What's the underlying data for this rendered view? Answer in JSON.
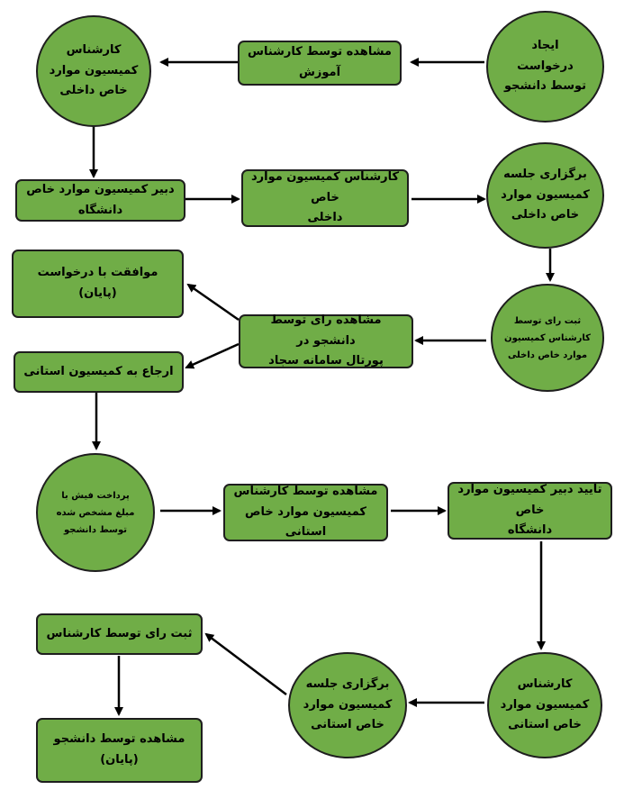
{
  "nodes": {
    "n_request": "ایجاد\nدرخواست\nتوسط دانشجو",
    "n_education_view": "مشاهده توسط کارشناس آموزش",
    "n_expert_internal": "کارشناس\nکمیسیون موارد\nخاص داخلی",
    "n_secretary_univ_1": "دبیر کمیسیون موارد خاص دانشگاه",
    "n_expert_internal_2": "کارشناس کمیسیون موارد خاص\nداخلی",
    "n_meeting_internal": "برگزاری جلسه\nکمیسیون موارد\nخاص داخلی",
    "n_record_vote": "ثبت رای توسط\nکارشناس کمیسیون\nموارد خاص داخلی",
    "n_student_view_portal": "مشاهده رای توسط دانشجو در\nپورتال سامانه سجاد",
    "n_approved": "موافقت با درخواست\n(پایان)",
    "n_refer_provincial": "ارجاع به کمیسیون استانی",
    "n_payment": "پرداخت فیش با\nمبلغ مشخص شده\nتوسط دانشجو",
    "n_view_provincial_expert": "مشاهده توسط کارشناس\nکمیسیون موارد خاص استانی",
    "n_secretary_confirm": "تایید دبیر کمیسیون موارد خاص\nدانشگاه",
    "n_expert_provincial": "کارشناس\nکمیسیون موارد\nخاص استانی",
    "n_meeting_provincial": "برگزاری جلسه\nکمیسیون موارد\nخاص استانی",
    "n_record_vote_expert": "ثبت رای توسط کارشناس",
    "n_student_view_end": "مشاهده توسط دانشجو\n(پایان)"
  },
  "colors": {
    "node_fill": "#70ad47",
    "node_border": "#1e1e1e",
    "arrow": "#000000"
  }
}
